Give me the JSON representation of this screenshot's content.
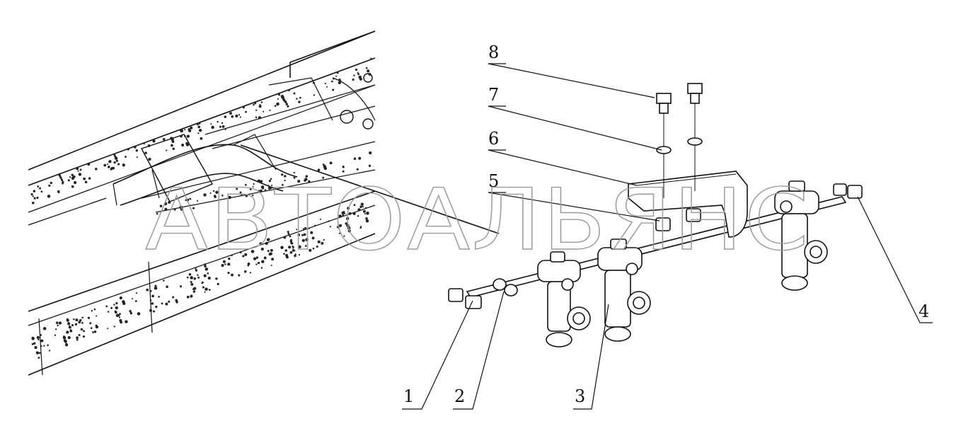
{
  "watermark": "АВТОАЛЬЯНС",
  "callouts": [
    "1",
    "2",
    "3",
    "4",
    "5",
    "6",
    "7",
    "8"
  ]
}
